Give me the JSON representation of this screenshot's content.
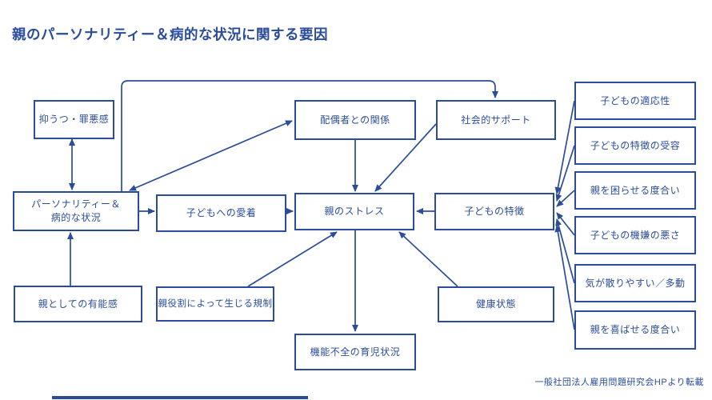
{
  "title": "親のパーソナリティー＆病的な状況に関する要因",
  "colors": {
    "primary": "#2b4c9b",
    "background": "#ffffff",
    "box_fill": "#ffffff"
  },
  "boxes": {
    "depression": "抑うつ・罪悪感",
    "personality_line1": "パーソナリティー＆",
    "personality_line2": "病的な状況",
    "competence": "親としての有能感",
    "attachment": "子どもへの愛着",
    "spouse": "配偶者との関係",
    "social_support": "社会的サポート",
    "parental_stress": "親のストレス",
    "child_characteristics": "子どもの特徴",
    "role_restriction": "親役割によって生じる規制",
    "health": "健康状態",
    "dysfunctional_parenting": "機能不全の育児状況",
    "child_adaptability": "子どもの適応性",
    "acceptance_of_traits": "子どもの特徴の受容",
    "troubling_parent": "親を困らせる度合い",
    "child_moodiness": "子どもの機嫌の悪さ",
    "distractibility": "気が散りやすい／多動",
    "pleasing_parent": "親を喜ばせる度合い"
  },
  "connections": [
    {
      "from": "depression",
      "to": "personality",
      "bidirectional": true
    },
    {
      "from": "competence",
      "to": "personality",
      "bidirectional": false
    },
    {
      "from": "personality",
      "to": "attachment",
      "bidirectional": false
    },
    {
      "from": "attachment",
      "to": "parental_stress",
      "bidirectional": false
    },
    {
      "from": "personality",
      "to": "spouse",
      "bidirectional": true
    },
    {
      "from": "personality",
      "to": "social_support",
      "bidirectional": false
    },
    {
      "from": "spouse",
      "to": "parental_stress",
      "bidirectional": false
    },
    {
      "from": "social_support",
      "to": "parental_stress",
      "bidirectional": false
    },
    {
      "from": "role_restriction",
      "to": "parental_stress",
      "bidirectional": false
    },
    {
      "from": "health",
      "to": "parental_stress",
      "bidirectional": false
    },
    {
      "from": "child_characteristics",
      "to": "parental_stress",
      "bidirectional": false
    },
    {
      "from": "parental_stress",
      "to": "dysfunctional_parenting",
      "bidirectional": false
    },
    {
      "from": "child_adaptability",
      "to": "child_characteristics",
      "bidirectional": false
    },
    {
      "from": "acceptance_of_traits",
      "to": "child_characteristics",
      "bidirectional": false
    },
    {
      "from": "troubling_parent",
      "to": "child_characteristics",
      "bidirectional": false
    },
    {
      "from": "child_moodiness",
      "to": "child_characteristics",
      "bidirectional": false
    },
    {
      "from": "distractibility",
      "to": "child_characteristics",
      "bidirectional": false
    },
    {
      "from": "pleasing_parent",
      "to": "child_characteristics",
      "bidirectional": false
    }
  ],
  "footer": {
    "credit": "一般社団法人雇用問題研究会HPより転載"
  }
}
